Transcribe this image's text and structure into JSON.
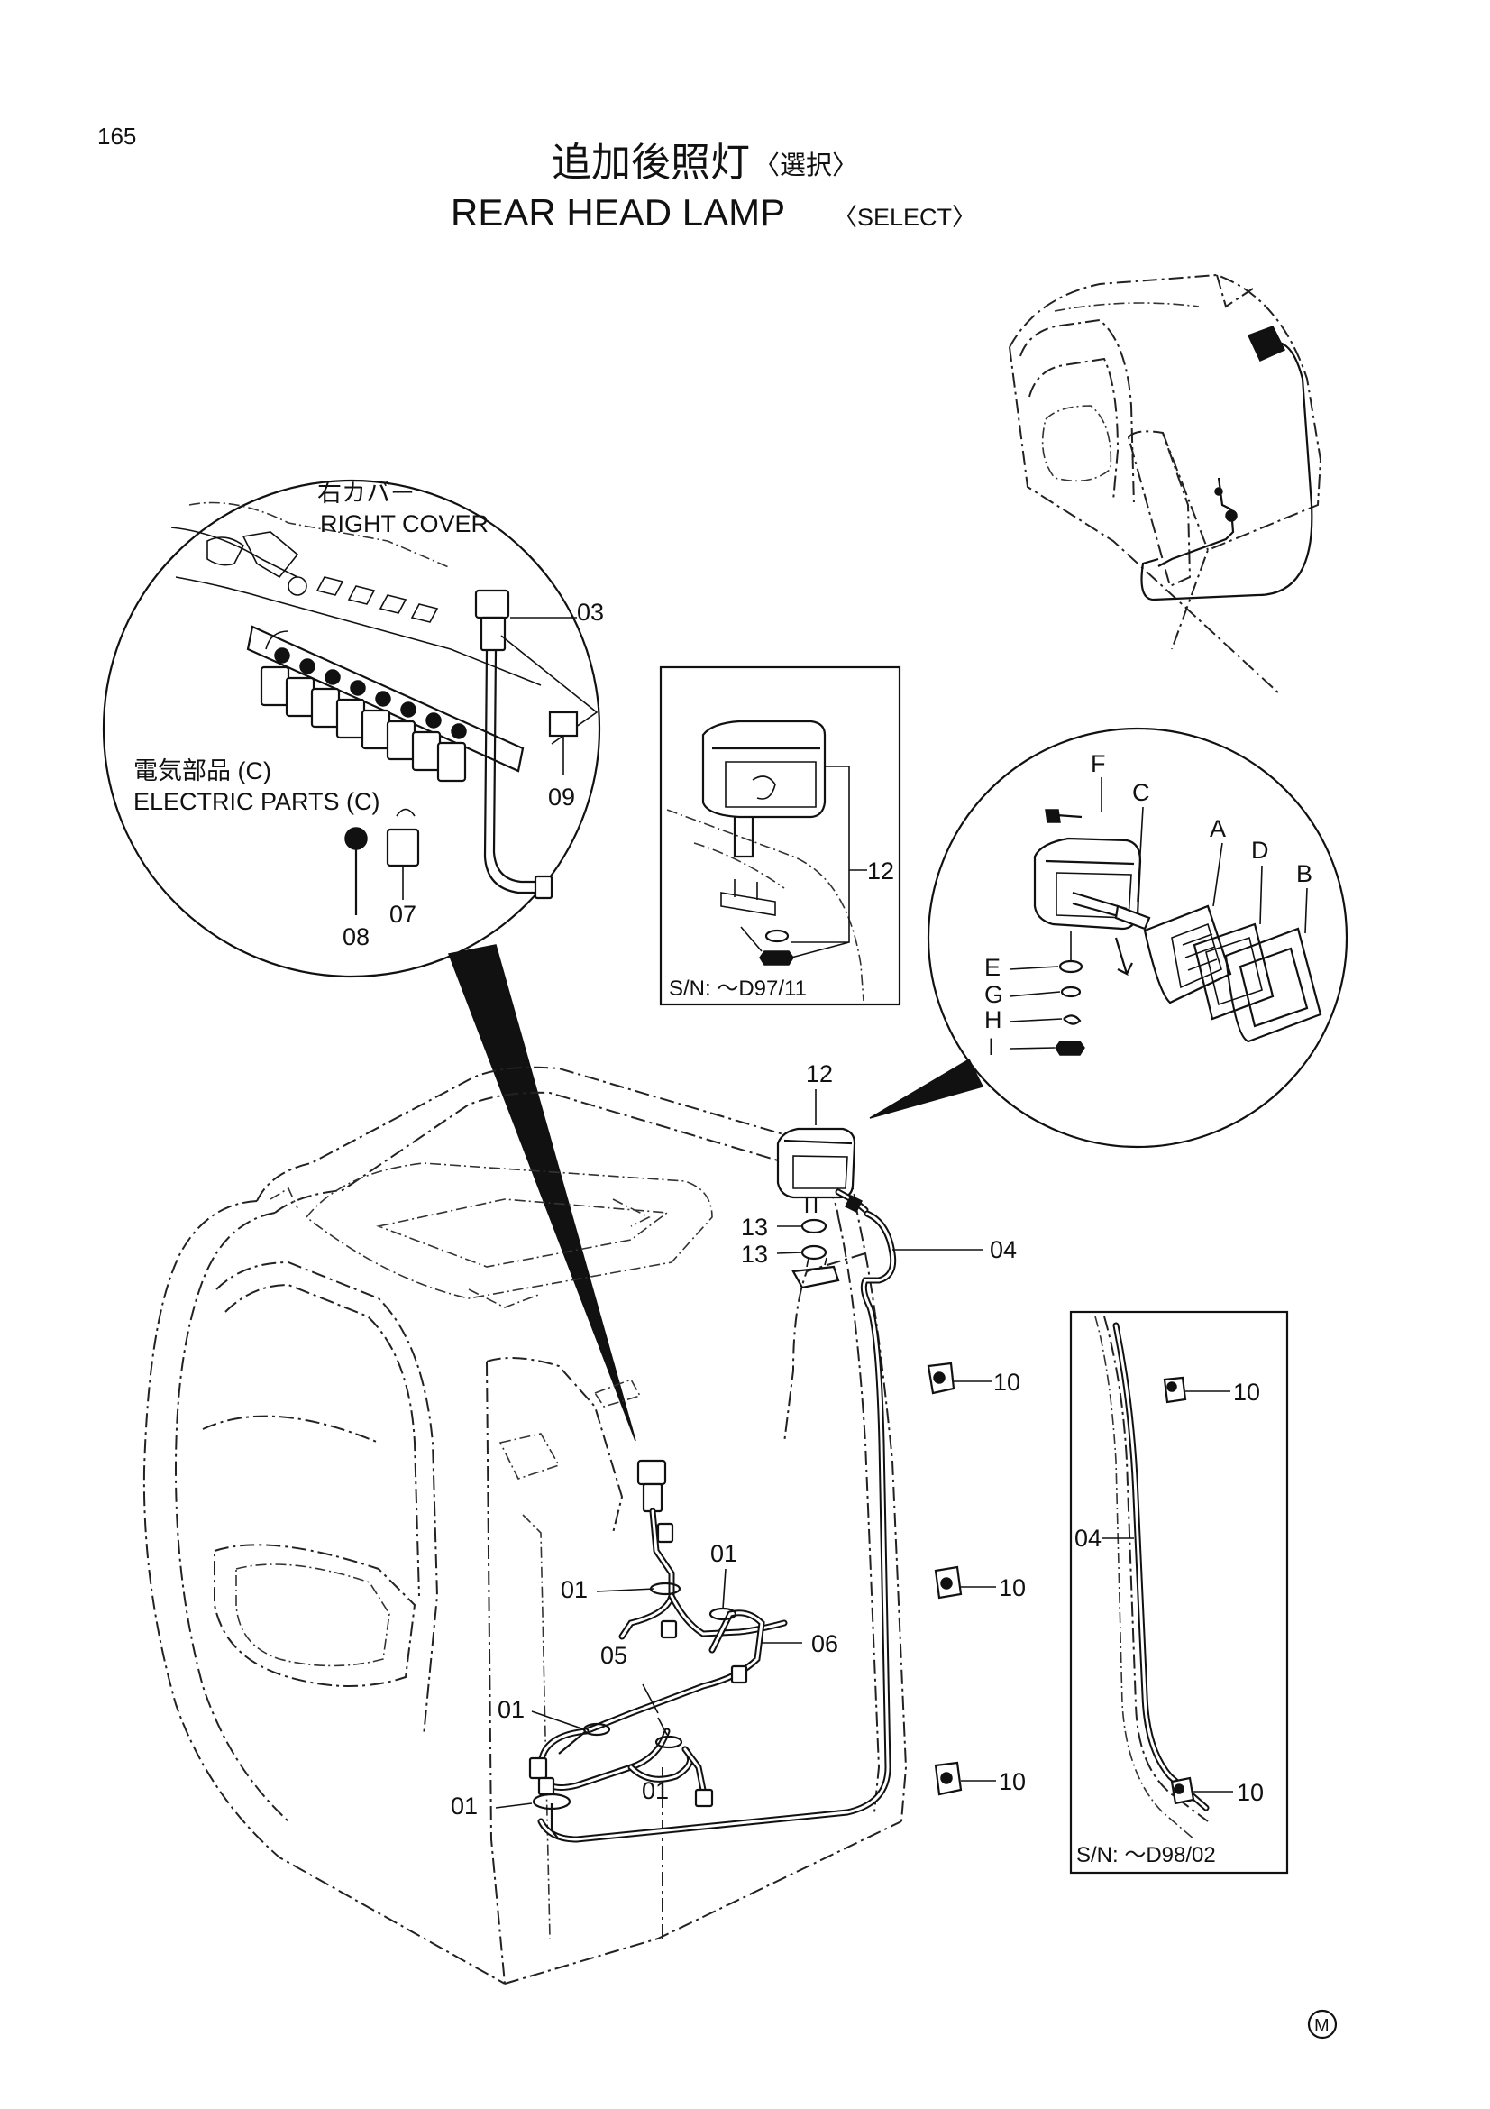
{
  "page": {
    "number": "165",
    "title_jp": "追加後照灯",
    "title_jp_suffix": "〈選択〉",
    "title_en": "REAR HEAD LAMP",
    "title_en_suffix": "〈SELECT〉",
    "mark": "M"
  },
  "detail_circle_left": {
    "right_cover_jp": "右カバー",
    "right_cover_en": "RIGHT COVER",
    "electric_parts_jp": "電気部品 (C)",
    "electric_parts_en": "ELECTRIC PARTS (C)",
    "callouts": [
      "03",
      "09",
      "07",
      "08"
    ]
  },
  "detail_box_top": {
    "callout": "12",
    "serial": "S/N: ～D97/11"
  },
  "detail_circle_right": {
    "callouts": [
      "F",
      "C",
      "A",
      "D",
      "B",
      "E",
      "G",
      "H",
      "I"
    ]
  },
  "main_view": {
    "callouts": {
      "lamp": "12",
      "washer_a": "13",
      "washer_b": "13",
      "harness_04": "04",
      "clip_top": "10",
      "clip_mid": "10",
      "clip_low": "10",
      "band_1": "01",
      "band_2": "01",
      "band_3": "01",
      "band_4": "01",
      "band_5": "01",
      "harness_05": "05",
      "harness_06": "06"
    }
  },
  "detail_box_bottom": {
    "callouts": {
      "clip_top": "10",
      "harness": "04",
      "clip_bottom": "10"
    },
    "serial": "S/N: ～D98/02"
  }
}
